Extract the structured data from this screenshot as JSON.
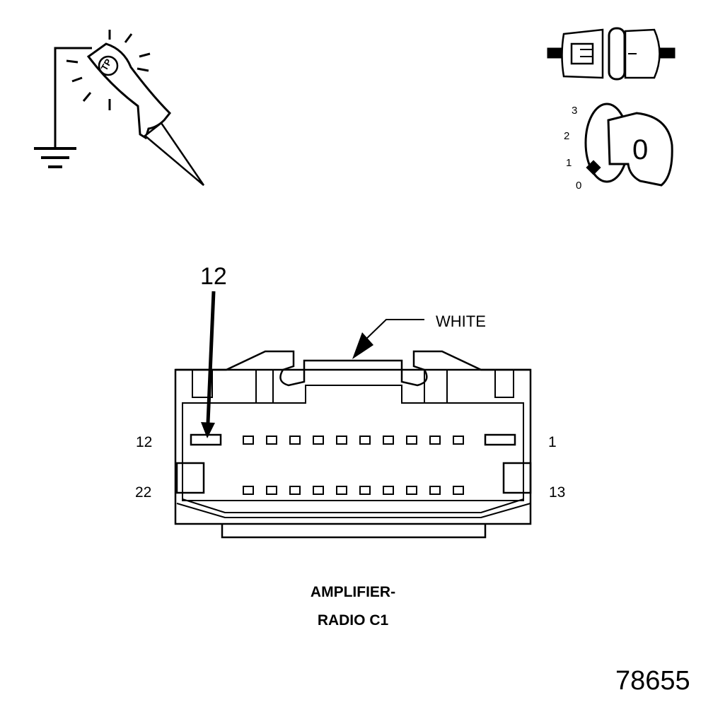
{
  "probe_icon": {
    "label": "TP"
  },
  "ignition": {
    "key_label": "0",
    "positions": [
      "3",
      "2",
      "1",
      "0"
    ]
  },
  "connector": {
    "callout_pin": "12",
    "color_label": "WHITE",
    "pin_labels": {
      "top_left": "12",
      "top_right": "1",
      "bottom_left": "22",
      "bottom_right": "13"
    },
    "name_line1": "AMPLIFIER-",
    "name_line2": "RADIO C1"
  },
  "figure_number": "78655"
}
